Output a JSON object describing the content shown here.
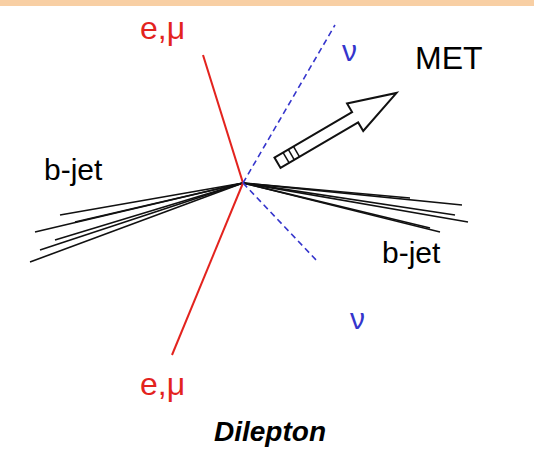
{
  "diagram": {
    "caption": "Dilepton",
    "labels": [
      "e,μ",
      "ν",
      "MET",
      "b-jet",
      "b-jet",
      "ν",
      "e,μ"
    ]
  }
}
